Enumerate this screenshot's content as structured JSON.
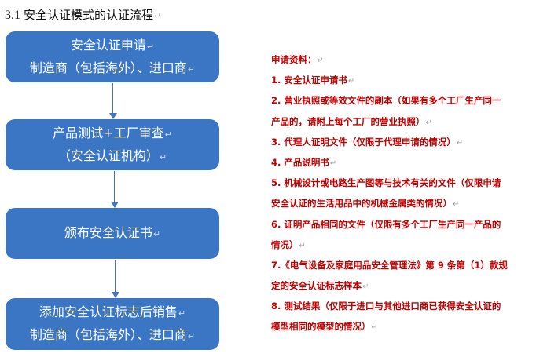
{
  "section": {
    "number": "3.1",
    "title": "安全认证模式的认证流程"
  },
  "flow": {
    "step1": {
      "line1": "安全认证申请",
      "line2": "制造商（包括海外）、进口商"
    },
    "step2": {
      "line1": "产品测试+工厂审查",
      "line2": "（安全认证机构）"
    },
    "step3": {
      "line1": "颁布安全认证书"
    },
    "step4": {
      "line1": "添加安全认证标志后销售",
      "line2": "制造商（包括海外）、进口商"
    }
  },
  "requirements": {
    "heading": "申请资料：",
    "lines": [
      "1. 安全认证申请书",
      "2. 营业执照或等效文件的副本（如果有多个工厂生产同一",
      "产品的，请附上每个工厂的营业执照）",
      "3. 代理人证明文件（仅限于代理申请的情况）",
      "4. 产品说明书",
      "5.  机械设计或电路生产图等与技术有关的文件（仅限申请",
      "安全认证的生活用品中的机械金属类的情况）",
      "6. 证明产品相同的文件（仅限有多个工厂生产同一产品的",
      "情况）",
      "7.《电气设备及家庭用品安全管理法》第 9 条第（1）款规",
      "定的安全认证标志样本",
      "8. 测试结果（仅限于进口与其他进口商已获得安全认证的",
      "模型相同的模型的情况）"
    ]
  },
  "colors": {
    "box_fill": "#3a76c4",
    "arrow": "#4472c4",
    "requirement_text": "#c00000"
  }
}
